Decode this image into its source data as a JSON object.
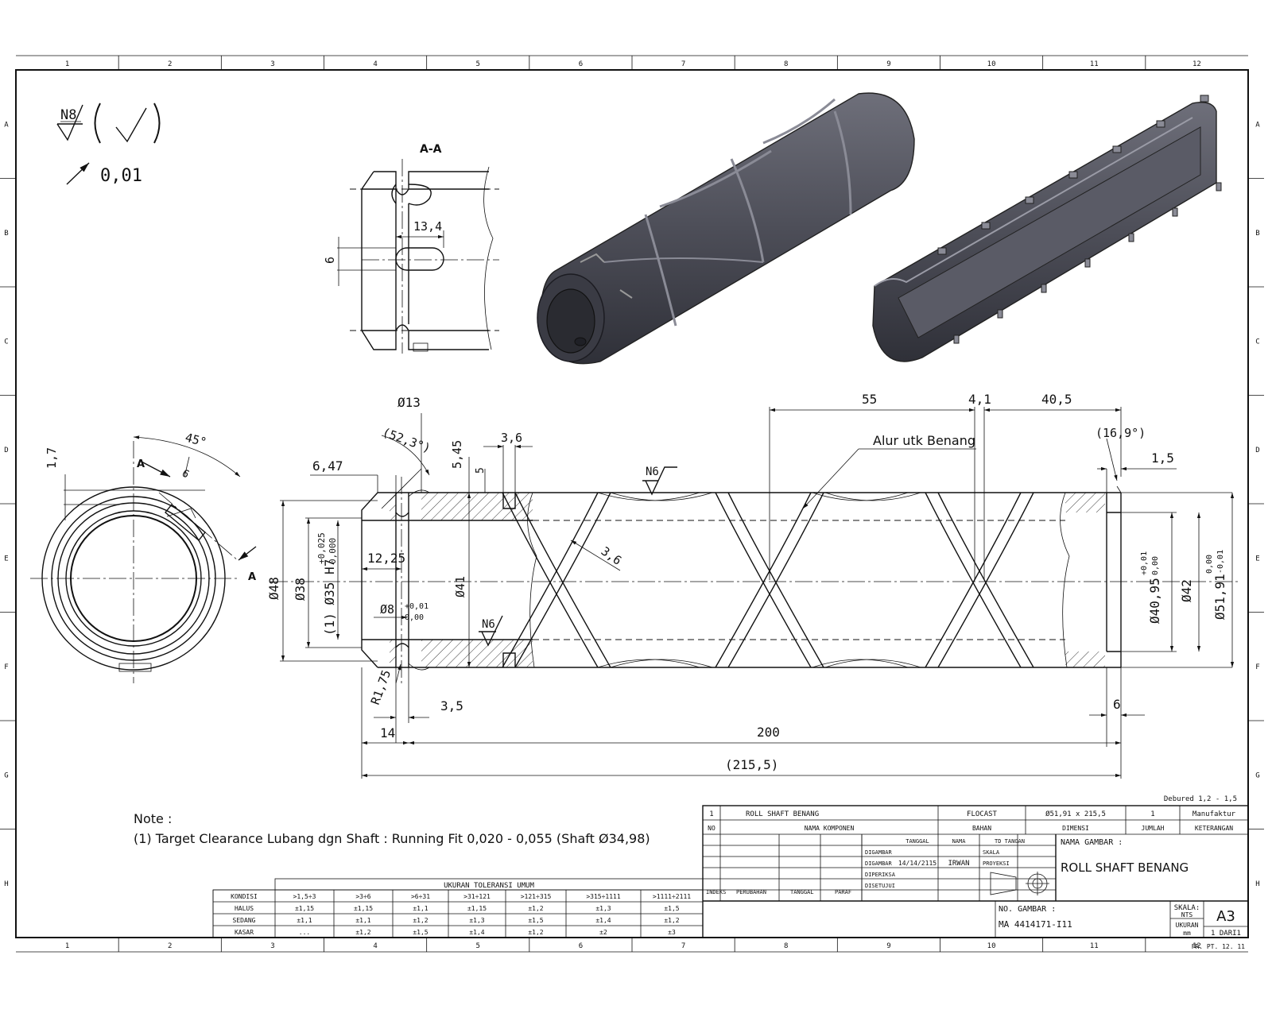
{
  "frame": {
    "columns": [
      "1",
      "2",
      "3",
      "4",
      "5",
      "6",
      "7",
      "8",
      "9",
      "10",
      "11",
      "12"
    ],
    "rows": [
      "A",
      "B",
      "C",
      "D",
      "E",
      "F",
      "G",
      "H"
    ]
  },
  "surface": {
    "roughness": "N8",
    "flatness": "0,01",
    "local_roughness": "N6"
  },
  "section": {
    "label": "A-A",
    "slot_len": "13,4",
    "slot_w": "6",
    "cut_label": "A"
  },
  "dims": {
    "d13": "Ø13",
    "ang523": "(52,3°)",
    "d545": "5,45",
    "d36": "3,6",
    "d5": "5",
    "d647": "6,47",
    "ang45": "45°",
    "d17": "1,7",
    "d6small": "6",
    "d55": "55",
    "d41": "4,1",
    "d405": "40,5",
    "ang169": "(16,9°)",
    "d15": "1,5",
    "note_alur": "Alur utk Benang",
    "d48": "Ø48",
    "d38": "Ø38",
    "d35_main": "(1)  Ø35 H7",
    "d35_tol_up": "+0,025",
    "d35_tol_lo": "0,000",
    "d1225": "12,25",
    "d8": "Ø8",
    "d8_tol_up": "+0,01",
    "d8_tol_lo": "0,00",
    "d41v": "Ø41",
    "d36b": "3,6",
    "d4095": "Ø40,95",
    "d4095_up": "+0,01",
    "d4095_lo": "0,00",
    "d42": "Ø42",
    "d5191": "Ø51,91",
    "d5191_up": "0,00",
    "d5191_lo": "-0,01",
    "r175": "R1,75",
    "d35b": "3,5",
    "d14": "14",
    "d6b": "6",
    "d200": "200",
    "d2155": "(215,5)"
  },
  "note": {
    "title": "Note :",
    "line1": "(1)  Target Clearance Lubang dgn Shaft : Running Fit 0,020 - 0,055 (Shaft Ø34,98)"
  },
  "tolerance": {
    "caption": "UKURAN TOLERANSI UMUM",
    "header": [
      "KONDISI",
      ">1,5÷3",
      ">3÷6",
      ">6÷31",
      ">31÷121",
      ">121÷315",
      ">315÷1111",
      ">1111÷2111"
    ],
    "rows": [
      [
        "HALUS",
        "±1,15",
        "±1,15",
        "±1,1",
        "±1,15",
        "±1,2",
        "±1,3",
        "±1,5"
      ],
      [
        "SEDANG",
        "±1,1",
        "±1,1",
        "±1,2",
        "±1,3",
        "±1,5",
        "±1,4",
        "±1,2"
      ],
      [
        "KASAR",
        "...",
        "±1,2",
        "±1,5",
        "±1,4",
        "±1,2",
        "±2",
        "±3"
      ]
    ]
  },
  "titleblock": {
    "deburr": "Debured 1,2 - 1,5",
    "part_no": "1",
    "part_name": "ROLL SHAFT BENANG",
    "material": "FLOCAST",
    "dimension": "Ø51,91 x 215,5",
    "qty": "1",
    "remark": "Manufaktur",
    "h_no": "NO",
    "h_name": "NAMA KOMPONEN",
    "h_material": "BAHAN",
    "h_dim": "DIMENSI",
    "h_qty": "JUMLAH",
    "h_remark": "KETERANGAN",
    "h_tanggal": "TANGGAL",
    "h_nama": "NAMA",
    "h_ttd": "TD TANGAN",
    "r_digambar": "DIGAMBAR",
    "r_diperiksa": "DIPERIKSA",
    "r_disetujui": "DISETUJUI",
    "r_digamb2": "DIGAMBAR",
    "drawn_date": "14/14/2115",
    "drawn_name": "IRWAN",
    "h_skala_proj": "SKALA",
    "h_proyeksi": "PROYEKSI",
    "rev_indeks": "INDEKS",
    "rev_perubahan": "PERUBAHAN",
    "rev_tanggal": "TANGGAL",
    "rev_paraf": "PARAF",
    "title_label": "NAMA GAMBAR :",
    "title": "ROLL SHAFT BENANG",
    "dwg_label": "NO. GAMBAR :",
    "dwg_no": "MA 4414171-I11",
    "scale_label": "SKALA:",
    "scale": "NTS",
    "size": "A3",
    "unit_label": "UKURAN",
    "unit": "mm",
    "sheet": "1 DARI1"
  },
  "footer": "FR. PT. 12. 11"
}
